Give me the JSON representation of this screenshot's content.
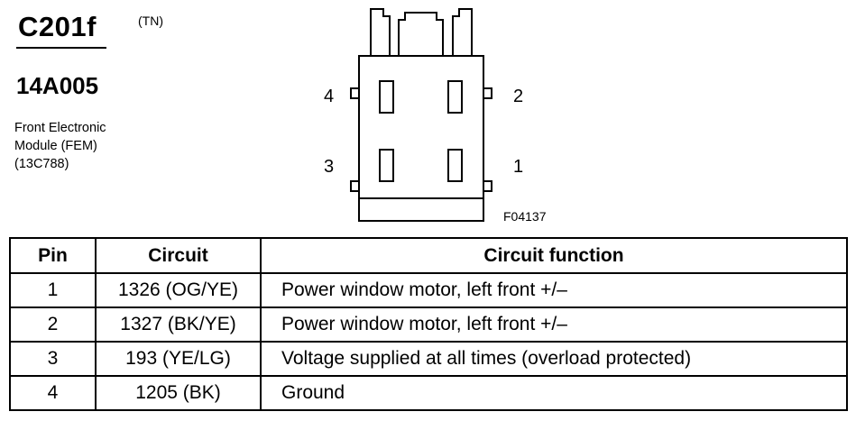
{
  "header": {
    "connector_id": "C201f",
    "connector_tag": "(TN)",
    "part_number": "14A005",
    "description_lines": [
      "Front Electronic",
      "Module (FEM)",
      "(13C788)"
    ]
  },
  "diagram": {
    "pin_labels": [
      "4",
      "2",
      "3",
      "1"
    ],
    "figure_id": "F04137"
  },
  "table": {
    "headers": {
      "pin": "Pin",
      "circuit": "Circuit",
      "function": "Circuit function"
    },
    "rows": [
      {
        "pin": "1",
        "circuit": "1326 (OG/YE)",
        "function": "Power window motor, left front +/–"
      },
      {
        "pin": "2",
        "circuit": "1327 (BK/YE)",
        "function": "Power window motor, left front +/–"
      },
      {
        "pin": "3",
        "circuit": "193 (YE/LG)",
        "function": "Voltage supplied at all times (overload protected)"
      },
      {
        "pin": "4",
        "circuit": "1205 (BK)",
        "function": "Ground"
      }
    ]
  }
}
